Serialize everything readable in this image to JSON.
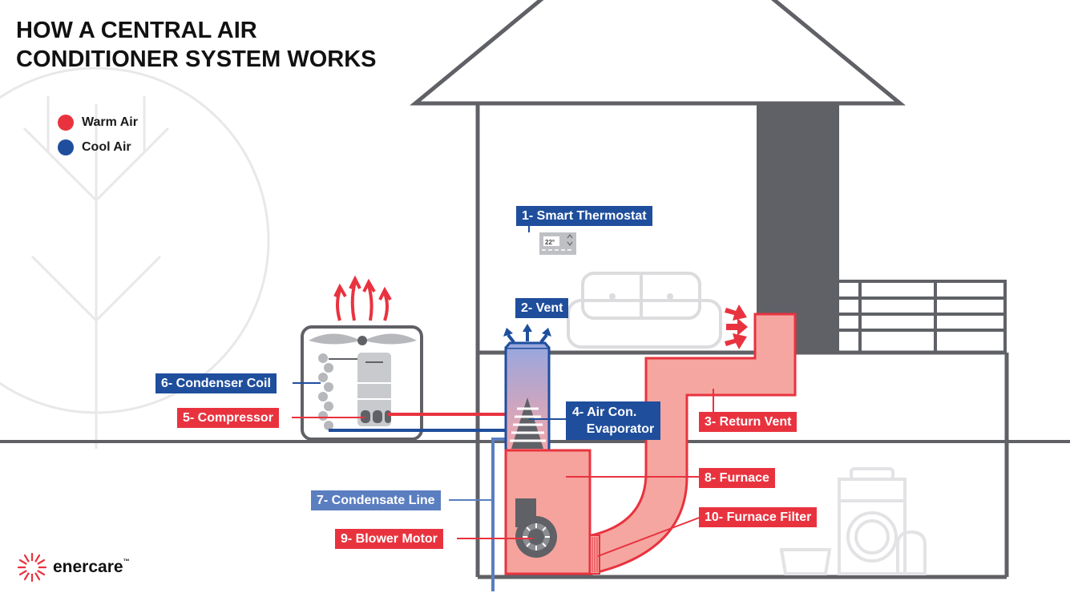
{
  "title": {
    "line1": "HOW A CENTRAL AIR",
    "line2": "CONDITIONER SYSTEM WORKS"
  },
  "legend": [
    {
      "label": "Warm Air",
      "color": "#e8333f"
    },
    {
      "label": "Cool Air",
      "color": "#1f4e9c"
    }
  ],
  "thermostat": {
    "temp": "22°"
  },
  "labels": {
    "thermostat": "1- Smart Thermostat",
    "vent": "2- Vent",
    "return_vent": "3- Return Vent",
    "evaporator": "4- Air Con.\n    Evaporator",
    "compressor": "5- Compressor",
    "condenser_coil": "6- Condenser Coil",
    "condensate_line": "7- Condensate Line",
    "furnace": "8- Furnace",
    "blower_motor": "9- Blower Motor",
    "furnace_filter": "10- Furnace Filter"
  },
  "brand": {
    "name": "enercare",
    "mark": "™"
  },
  "colors": {
    "warm": "#e8333f",
    "cool": "#1f4e9c",
    "condensate": "#5a7ec0",
    "house": "#5f6166",
    "duct": "#f5a6a0",
    "furnace_body": "#f6a39d"
  }
}
